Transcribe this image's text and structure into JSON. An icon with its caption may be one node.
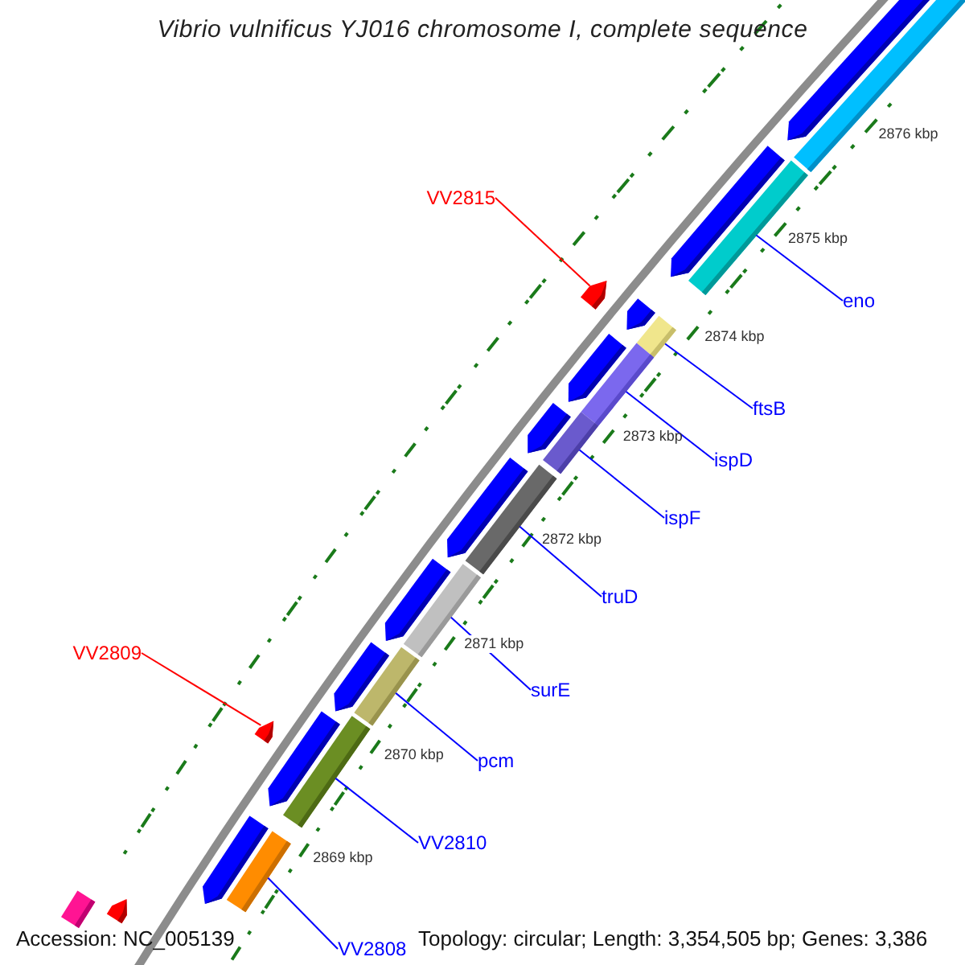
{
  "diagram": {
    "title": "Vibrio vulnificus YJ016 chromosome I, complete sequence",
    "nodes": [
      {
        "text": [
          "VV2815"
        ]
      },
      {
        "text": [
          "eno"
        ]
      },
      {
        "text": [
          "ftsB"
        ]
      },
      {
        "text": [
          "ispD"
        ]
      },
      {
        "text": [
          "ispF"
        ]
      },
      {
        "text": [
          "truD"
        ]
      },
      {
        "text": [
          "VV2809"
        ]
      },
      {
        "text": [
          "surE"
        ]
      },
      {
        "text": [
          "pcm"
        ]
      },
      {
        "text": [
          "VV2810"
        ]
      },
      {
        "text": [
          "VV2808"
        ]
      },
      {
        "text": [],
        "shape": "pentagon"
      },
      {
        "text": [],
        "shape": "bar"
      },
      {
        "text": [],
        "shape": "bar"
      },
      {
        "text": [],
        "shape": "bar"
      },
      {
        "text": [],
        "shape": "bar"
      },
      {
        "text": [],
        "shape": "bar"
      },
      {
        "text": [],
        "shape": "pentagon"
      },
      {
        "text": [],
        "shape": "bar"
      },
      {
        "text": [],
        "shape": "bar"
      },
      {
        "text": [],
        "shape": "bar"
      },
      {
        "text": [],
        "shape": "bar"
      },
      {
        "text": [],
        "shape": "bar"
      },
      {
        "text": [],
        "shape": "pentagon"
      },
      {
        "text": [],
        "shape": "pentagon"
      },
      {
        "text": [],
        "shape": "pentagon"
      },
      {
        "text": [],
        "shape": "pentagon"
      },
      {
        "text": [],
        "shape": "pentagon"
      },
      {
        "text": [],
        "shape": "pentagon"
      },
      {
        "text": [],
        "shape": "pentagon"
      },
      {
        "text": [],
        "shape": "pentagon"
      },
      {
        "text": [],
        "shape": "pentagon"
      },
      {
        "text": [],
        "shape": "pentagon"
      },
      {
        "text": [],
        "shape": "bar"
      },
      {
        "text": [],
        "shape": "pentagon"
      }
    ],
    "edges": [
      {
        "from": 0,
        "to": 11,
        "arrow": "none",
        "color": "#ff0000"
      },
      {
        "from": 1,
        "to": 12,
        "arrow": "none"
      },
      {
        "from": 2,
        "to": 13,
        "arrow": "none"
      },
      {
        "from": 3,
        "to": 14,
        "arrow": "none"
      },
      {
        "from": 4,
        "to": 15,
        "arrow": "none"
      },
      {
        "from": 5,
        "to": 16,
        "arrow": "none"
      },
      {
        "from": 6,
        "to": 17,
        "arrow": "none",
        "color": "#ff0000"
      },
      {
        "from": 7,
        "to": 18,
        "arrow": "none"
      },
      {
        "from": 8,
        "to": 19,
        "arrow": "none"
      },
      {
        "from": 9,
        "to": 20,
        "arrow": "none"
      },
      {
        "from": 10,
        "to": 21,
        "arrow": "none"
      }
    ],
    "labels": [
      "2876 kbp",
      "2875 kbp",
      "2874 kbp",
      "2873 kbp",
      "2872 kbp",
      "2871 kbp",
      "2870 kbp",
      "2869 kbp",
      "Accession: NC_005139",
      "Topology: circular; Length: 3,354,505 bp; Genes: 3,386"
    ]
  }
}
